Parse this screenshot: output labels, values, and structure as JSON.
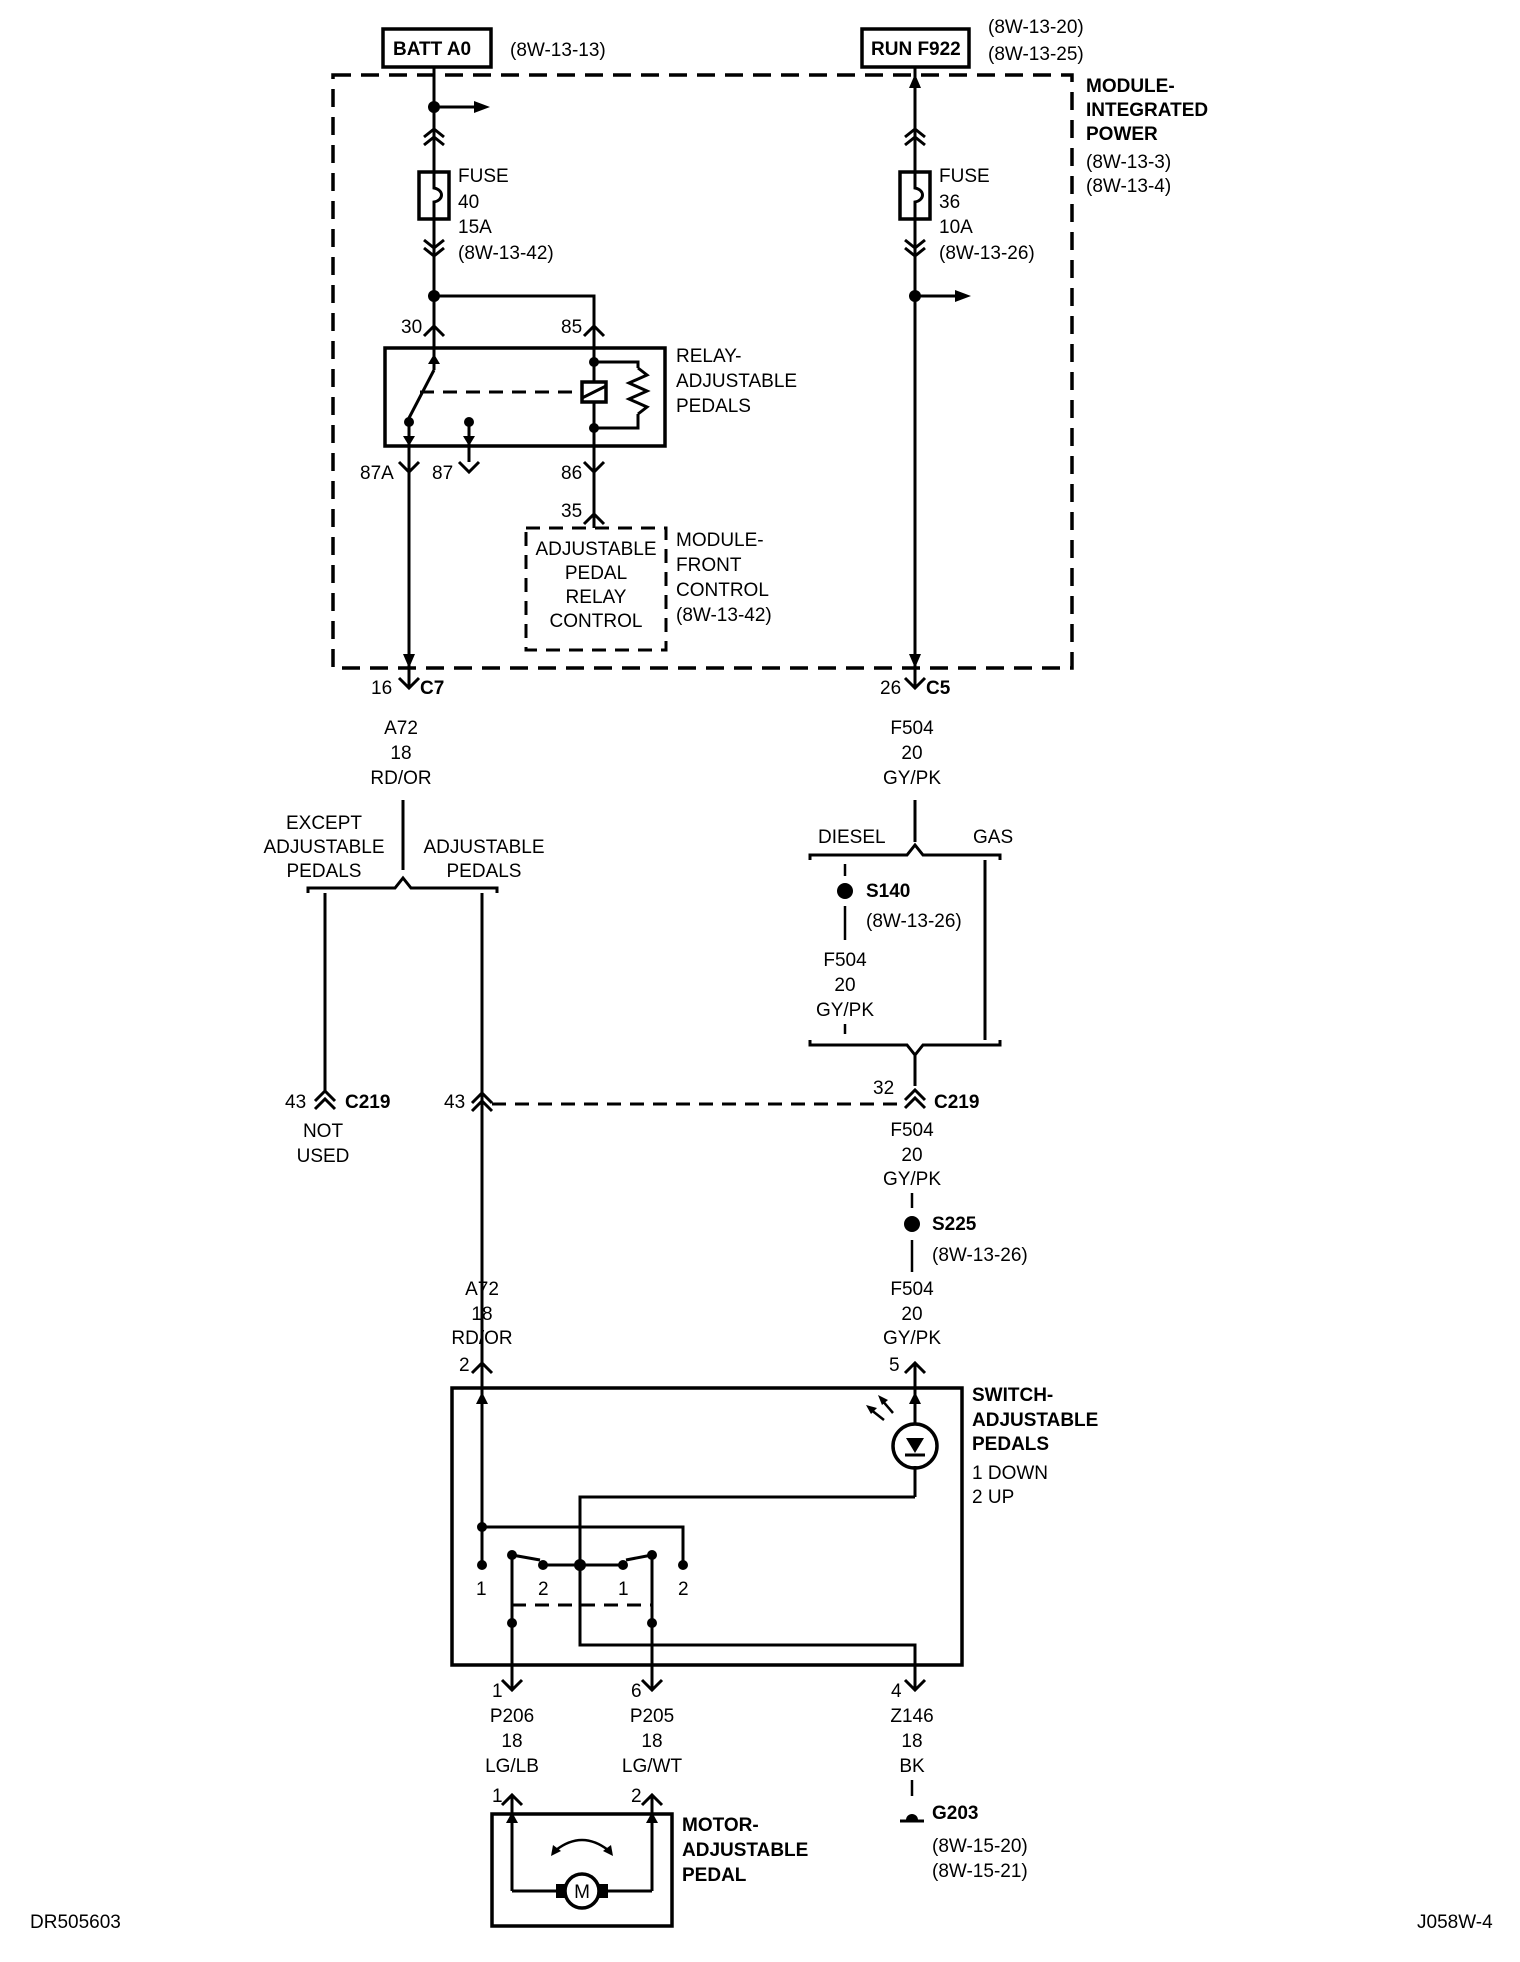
{
  "batt": {
    "label": "BATT A0",
    "ref": "(8W-13-13)"
  },
  "run": {
    "label": "RUN F922",
    "ref1": "(8W-13-20)",
    "ref2": "(8W-13-25)"
  },
  "ipm": {
    "l1": "MODULE-",
    "l2": "INTEGRATED",
    "l3": "POWER",
    "r1": "(8W-13-3)",
    "r2": "(8W-13-4)"
  },
  "fuse40": {
    "l1": "FUSE",
    "l2": "40",
    "l3": "15A",
    "l4": "(8W-13-42)"
  },
  "fuse36": {
    "l1": "FUSE",
    "l2": "36",
    "l3": "10A",
    "l4": "(8W-13-26)"
  },
  "relay": {
    "l1": "RELAY-",
    "l2": "ADJUSTABLE",
    "l3": "PEDALS",
    "p30": "30",
    "p85": "85",
    "p87a": "87A",
    "p87": "87",
    "p86": "86"
  },
  "fcm": {
    "pin": "35",
    "b1": "ADJUSTABLE",
    "b2": "PEDAL",
    "b3": "RELAY",
    "b4": "CONTROL",
    "l1": "MODULE-",
    "l2": "FRONT",
    "l3": "CONTROL",
    "l4": "(8W-13-42)"
  },
  "c7": {
    "pin": "16",
    "name": "C7"
  },
  "c5": {
    "pin": "26",
    "name": "C5"
  },
  "wireA72a": {
    "c": "A72",
    "g": "18",
    "col": "RD/OR"
  },
  "wireF504a": {
    "c": "F504",
    "g": "20",
    "col": "GY/PK"
  },
  "branch": {
    "except1": "EXCEPT",
    "except2": "ADJUSTABLE",
    "except3": "PEDALS",
    "adj1": "ADJUSTABLE",
    "adj2": "PEDALS",
    "diesel": "DIESEL",
    "gas": "GAS"
  },
  "s140": {
    "name": "S140",
    "ref": "(8W-13-26)"
  },
  "wireF504b": {
    "c": "F504",
    "g": "20",
    "col": "GY/PK"
  },
  "c219": {
    "pinA": "43",
    "name": "C219",
    "notused1": "NOT",
    "notused2": "USED",
    "pinB": "43",
    "pinC": "32",
    "nameC": "C219"
  },
  "wireF504c": {
    "c": "F504",
    "g": "20",
    "col": "GY/PK"
  },
  "s225": {
    "name": "S225",
    "ref": "(8W-13-26)"
  },
  "wireF504d": {
    "c": "F504",
    "g": "20",
    "col": "GY/PK"
  },
  "wireA72b": {
    "c": "A72",
    "g": "18",
    "col": "RD/OR"
  },
  "sw": {
    "p2": "2",
    "p5": "5",
    "l1": "SWITCH-",
    "l2": "ADJUSTABLE",
    "l3": "PEDALS",
    "l4": "1 DOWN",
    "l5": "2 UP",
    "t1": "1",
    "t2": "2",
    "t3": "1",
    "t4": "2",
    "p1": "1",
    "p6": "6",
    "p4": "4"
  },
  "wireP206": {
    "c": "P206",
    "g": "18",
    "col": "LG/LB"
  },
  "wireP205": {
    "c": "P205",
    "g": "18",
    "col": "LG/WT"
  },
  "wireZ146": {
    "c": "Z146",
    "g": "18",
    "col": "BK"
  },
  "motor": {
    "p1": "1",
    "p2": "2",
    "m": "M",
    "l1": "MOTOR-",
    "l2": "ADJUSTABLE",
    "l3": "PEDAL"
  },
  "g203": {
    "name": "G203",
    "r1": "(8W-15-20)",
    "r2": "(8W-15-21)"
  },
  "footer": {
    "left": "DR505603",
    "right": "J058W-4"
  }
}
